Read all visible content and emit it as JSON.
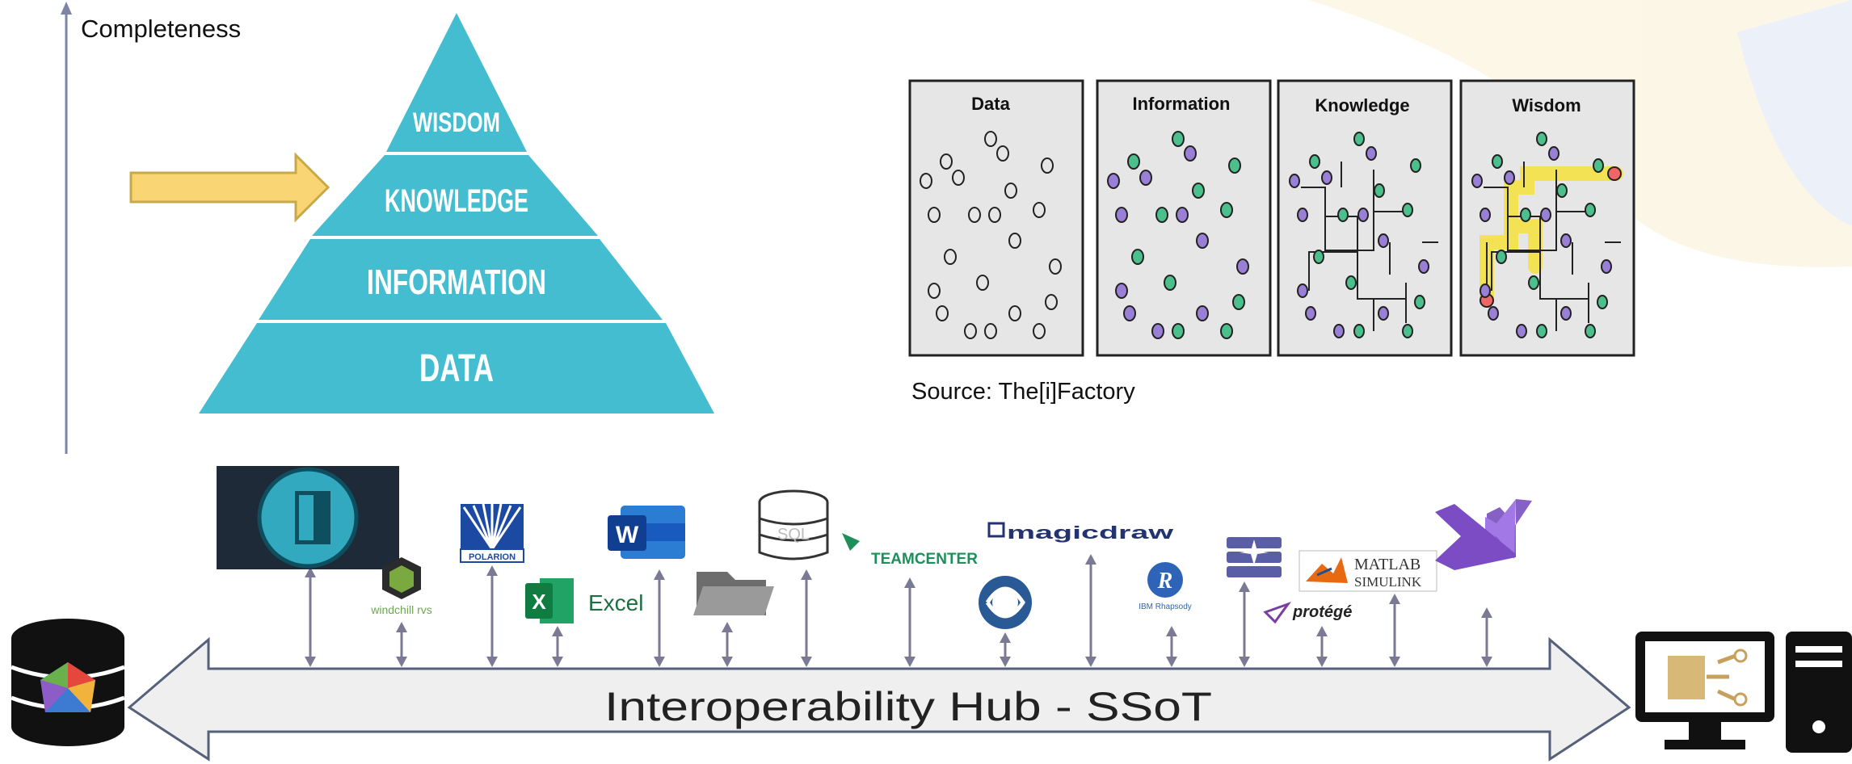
{
  "axis": {
    "label": "Completeness"
  },
  "pyramid": {
    "levels": [
      "WISDOM",
      "KNOWLEDGE",
      "INFORMATION",
      "DATA"
    ],
    "color": "#45bdd0",
    "highlighted_level": "KNOWLEDGE",
    "arrow_color": "#f9d673"
  },
  "dikw_panels": {
    "titles": [
      "Data",
      "Information",
      "Knowledge",
      "Wisdom"
    ],
    "source": "Source: The[i]Factory"
  },
  "hub": {
    "label": "Interoperability Hub - SSoT",
    "fill": "#efefef",
    "connector_color": "#7a7a95"
  },
  "tools": {
    "windchill": "windchill rvs",
    "polarion": "POLARION",
    "word": "W",
    "excel_icon": "X",
    "excel": "Excel",
    "sql": "SQL",
    "teamcenter": "TEAMCENTER",
    "magicdraw": "magicdraw",
    "rhapsody": "IBM Rhapsody",
    "matlab": "MATLAB",
    "simulink": "SIMULINK",
    "protege": "protégé"
  },
  "icons": [
    "dashboard-database-icon",
    "workstation-icon",
    "vision-door-icon",
    "folder-icon",
    "visual-studio-icon",
    "eclipse-icon",
    "stack-icon"
  ]
}
